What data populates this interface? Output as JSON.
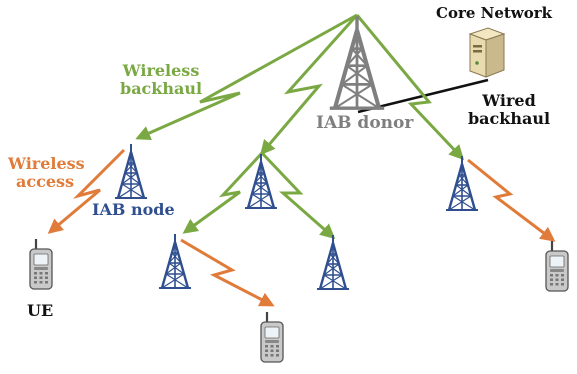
{
  "labels": {
    "wireless_backhaul": [
      "Wireless",
      "backhaul"
    ],
    "wireless_access": [
      "Wireless",
      "access"
    ],
    "iab_node": "IAB node",
    "iab_donor": "IAB donor",
    "core_network": "Core Network",
    "wired_backhaul": [
      "Wired",
      "backhaul"
    ],
    "ue": "UE"
  },
  "colors": {
    "backhaul_link": "#7aa843",
    "access_link": "#e07b39",
    "iab_node": "#2f4f8f",
    "iab_donor": "#7f7f7f",
    "wired_link": "#111111"
  },
  "icons": {
    "donor": "tower-icon",
    "node": "tower-icon",
    "ue": "mobile-phone-icon",
    "core": "server-icon"
  }
}
